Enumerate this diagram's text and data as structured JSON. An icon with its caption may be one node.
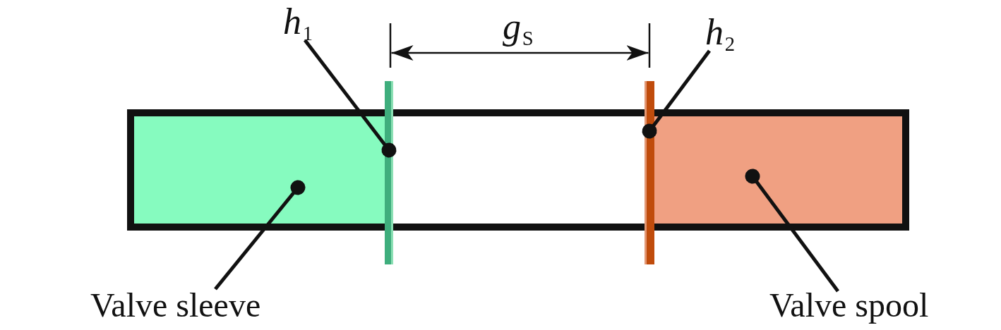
{
  "diagram": {
    "nodes": [
      {
        "text": [
          "*h*$_{1}$"
        ]
      },
      {
        "text": [
          "*h*$_{2}$"
        ]
      },
      {
        "text": [],
        "shape": "bar"
      },
      {
        "text": [],
        "shape": "bar"
      },
      {
        "text": [],
        "shape": "box"
      },
      {
        "text": [],
        "shape": "box"
      },
      {
        "text": [
          "Valve sleeve"
        ]
      },
      {
        "text": [
          "Valve spool"
        ]
      }
    ],
    "edges": [
      {
        "from": 0,
        "to": 2,
        "arrow": "other"
      },
      {
        "from": 1,
        "to": 3,
        "arrow": "other"
      },
      {
        "from": 6,
        "to": 4,
        "arrow": "other"
      },
      {
        "from": 7,
        "to": 5,
        "arrow": "other"
      }
    ],
    "labels": [
      "*g*$_{S}$"
    ]
  }
}
